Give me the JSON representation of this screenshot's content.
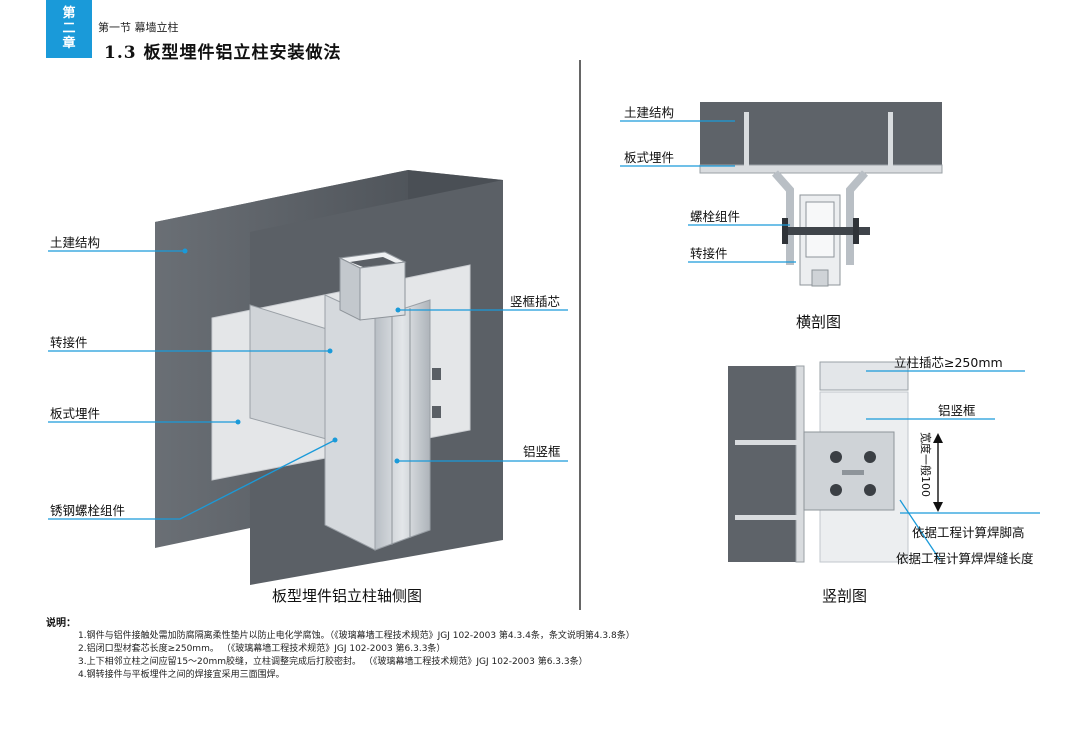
{
  "header": {
    "chapter": [
      "第",
      "二",
      "章"
    ],
    "section": "第一节 幕墙立柱",
    "title": "1.3  板型埋件铝立柱安装做法"
  },
  "iso_view": {
    "caption": "板型埋件铝立柱轴侧图",
    "labels": {
      "structure": "土建结构",
      "connector": "转接件",
      "plate": "板式埋件",
      "bolt": "锈钢螺栓组件",
      "core": "竖框插芯",
      "frame": "铝竖框"
    }
  },
  "section_h": {
    "caption": "横剖图",
    "labels": {
      "structure": "土建结构",
      "plate": "板式埋件",
      "bolt": "螺栓组件",
      "connector": "转接件"
    }
  },
  "section_v": {
    "caption": "竖剖图",
    "labels": {
      "core": "立柱插芯≥250mm",
      "frame": "铝竖框",
      "width": "宽度一般100",
      "weld_height": "依据工程计算焊脚高",
      "weld_length": "依据工程计算焊焊缝长度"
    }
  },
  "notes": {
    "title": "说明：",
    "items": [
      "1.钢件与铝件接触处需加防腐隔离柔性垫片以防止电化学腐蚀。（《玻璃幕墙工程技术规范》JGJ 102-2003 第4.3.4条，条文说明第4.3.8条）",
      "2.铝闭口型材套芯长度≥250mm。 （《玻璃幕墙工程技术规范》JGJ 102-2003 第6.3.3条）",
      "3.上下相邻立柱之间应留15～20mm胶缝，立柱调整完成后打胶密封。 （《玻璃幕墙工程技术规范》JGJ 102-2003 第6.3.3条）",
      "4.钢转接件与平板埋件之间的焊接宜采用三面围焊。"
    ]
  },
  "colors": {
    "accent": "#1a9ad9",
    "concrete": "#5d6268",
    "plate": "#e6e8ea",
    "aluminum": "#c9ced3"
  }
}
